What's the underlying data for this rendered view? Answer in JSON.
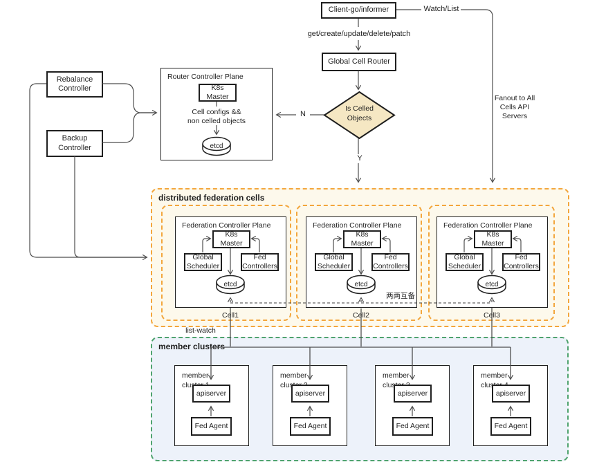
{
  "colors": {
    "line": "#4d4d4d",
    "box-border": "#1f1f1f",
    "diamond-fill": "#f5e7c3",
    "fed-border": "#f3a63c",
    "fed-bg": "#fdf9ec",
    "members-border": "#4fa36e",
    "members-bg": "#edf2fa"
  },
  "flow": {
    "client": "Client-go/informer",
    "watch_list": "Watch/List",
    "crud": "get/create/update/delete/patch",
    "global_router": "Global Cell Router",
    "decision": "Is Celled Objects",
    "no": "N",
    "yes": "Y",
    "fanout_lines": [
      "Fanout to  All",
      "Cells API",
      "Servers"
    ]
  },
  "controllers": {
    "rebalance": "Rebalance Controller",
    "backup": "Backup Controller"
  },
  "router_plane": {
    "title": "Router Controller Plane",
    "k8s_master": "K8s Master",
    "note_lines": [
      "Cell configs &&",
      "non celled objects"
    ],
    "etcd": "etcd"
  },
  "federation": {
    "title": "distributed federation cells",
    "mutual_backup_label": "两两互备",
    "cells": [
      {
        "plane_title": "Federation Controller Plane",
        "k8s_master": "K8s Master",
        "scheduler": "Global Scheduler",
        "fed_controllers": "Fed Controllers",
        "etcd": "etcd",
        "label": "Cell1"
      },
      {
        "plane_title": "Federation Controller Plane",
        "k8s_master": "K8s Master",
        "scheduler": "Global Scheduler",
        "fed_controllers": "Fed Controllers",
        "etcd": "etcd",
        "label": "Cell2"
      },
      {
        "plane_title": "Federation Controller Plane",
        "k8s_master": "K8s Master",
        "scheduler": "Global Scheduler",
        "fed_controllers": "Fed Controllers",
        "etcd": "etcd",
        "label": "Cell3"
      }
    ]
  },
  "members": {
    "list_watch": "list-watch",
    "title": "member clusters",
    "clusters": [
      {
        "name": "member cluster 1",
        "apiserver": "apiserver",
        "agent": "Fed Agent"
      },
      {
        "name": "member cluster 2",
        "apiserver": "apiserver",
        "agent": "Fed Agent"
      },
      {
        "name": "member cluster 3",
        "apiserver": "apiserver",
        "agent": "Fed Agent"
      },
      {
        "name": "member cluster 4",
        "apiserver": "apiserver",
        "agent": "Fed Agent"
      }
    ]
  }
}
